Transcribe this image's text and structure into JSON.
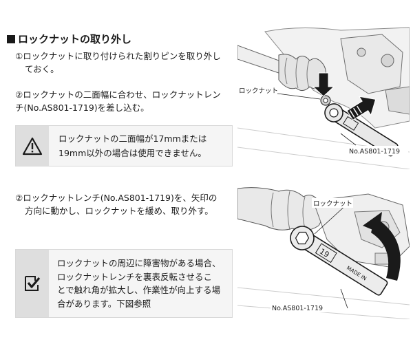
{
  "title": "ロックナットの取り外し",
  "step1": {
    "line1": "①ロックナットに取り付けられた割りピンを取り外し",
    "line2": "ておく。"
  },
  "step2": {
    "line1": "②ロックナットの二面幅に合わせ、ロックナットレン",
    "line2": "チ(No.AS801-1719)を差し込む。"
  },
  "warning": {
    "icon": "warning-triangle-icon",
    "line1": "ロックナットの二面幅が17mmまたは",
    "line2": "19mm以外の場合は使用できません。"
  },
  "step3": {
    "line1": "②ロックナットレンチ(No.AS801-1719)を、矢印の",
    "line2": "方向に動かし、ロックナットを緩め、取り外す。"
  },
  "tip": {
    "icon": "checkmark-icon",
    "line1": "ロックナットの周辺に障害物がある場合、",
    "line2": "ロックナットレンチを裏表反転させるこ",
    "line3": "とで触れ角が拡大し、作業性が向上する場",
    "line4": "合があります。下図参照"
  },
  "illustration1": {
    "nut_label": "ロックナット",
    "tool_label": "No.AS801-1719"
  },
  "illustration2": {
    "nut_label": "ロックナット",
    "tool_label": "No.AS801-1719",
    "wrench_size": "19",
    "wrench_marking": "MADE IN"
  }
}
